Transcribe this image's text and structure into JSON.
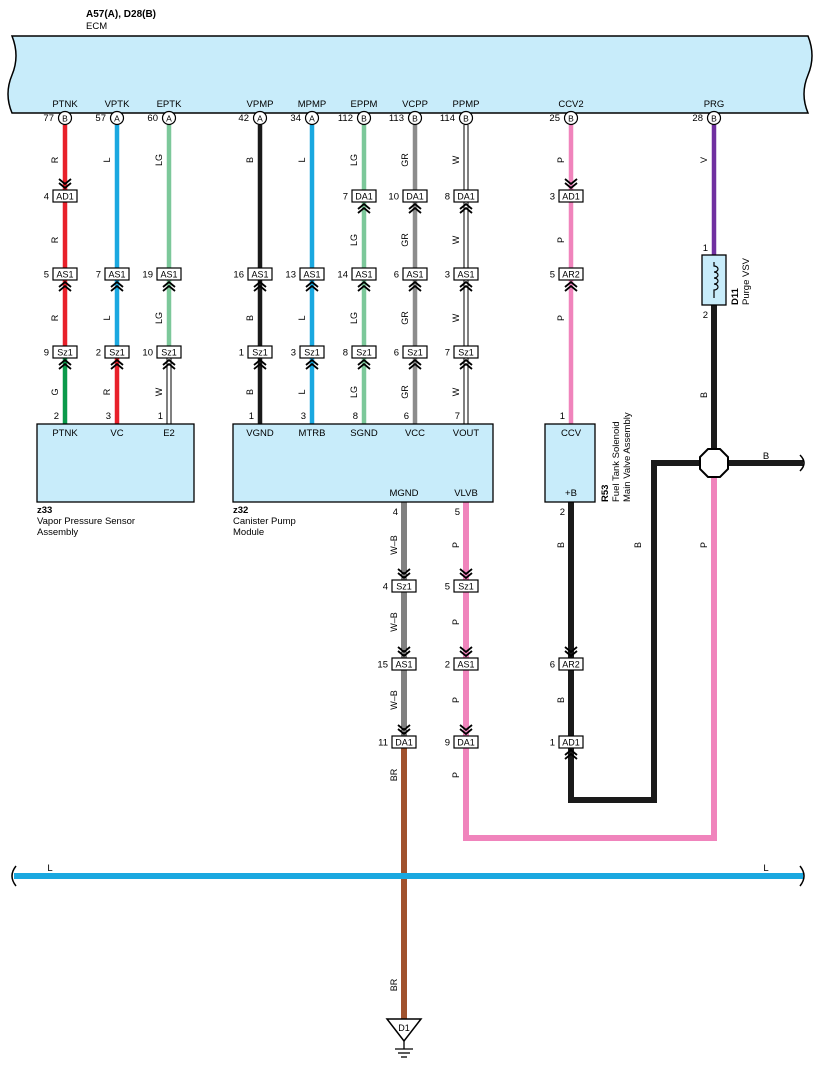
{
  "colors": {
    "R": "#e8202a",
    "L": "#1aa8e0",
    "LG": "#7cc89a",
    "B": "#1a1a1a",
    "GR": "#8c8c8c",
    "W": "#ffffff",
    "P": "#f084bc",
    "V": "#7030a0",
    "G": "#0a9a4a",
    "BR": "#a0522d",
    "ecm_fill": "#c8ecfa",
    "module_fill": "#c8ecfa",
    "line": "#000000"
  },
  "ecm": {
    "title": "A57(A), D28(B)",
    "name": "ECM",
    "pins": [
      {
        "id": "ptnk",
        "label": "PTNK",
        "num": "77",
        "conn": "B"
      },
      {
        "id": "vptk",
        "label": "VPTK",
        "num": "57",
        "conn": "A"
      },
      {
        "id": "eptk",
        "label": "EPTK",
        "num": "60",
        "conn": "A"
      },
      {
        "id": "vpmp",
        "label": "VPMP",
        "num": "42",
        "conn": "A"
      },
      {
        "id": "mpmp",
        "label": "MPMP",
        "num": "34",
        "conn": "A"
      },
      {
        "id": "eppm",
        "label": "EPPM",
        "num": "112",
        "conn": "B"
      },
      {
        "id": "vcpp",
        "label": "VCPP",
        "num": "113",
        "conn": "B"
      },
      {
        "id": "ppmp",
        "label": "PPMP",
        "num": "114",
        "conn": "B"
      },
      {
        "id": "ccv2",
        "label": "CCV2",
        "num": "25",
        "conn": "B"
      },
      {
        "id": "prg",
        "label": "PRG",
        "num": "28",
        "conn": "B"
      }
    ]
  },
  "connectors": [
    {
      "id": "ptnk-c1",
      "name": "AD1",
      "pin": "4",
      "dir": "down"
    },
    {
      "id": "eppm-c1",
      "name": "DA1",
      "pin": "7",
      "dir": "up"
    },
    {
      "id": "vcpp-c1",
      "name": "DA1",
      "pin": "10",
      "dir": "up"
    },
    {
      "id": "ppmp-c1",
      "name": "DA1",
      "pin": "8",
      "dir": "up"
    },
    {
      "id": "ccv2-c1",
      "name": "AD1",
      "pin": "3",
      "dir": "down"
    },
    {
      "id": "ptnk-c2",
      "name": "AS1",
      "pin": "5",
      "dir": "up"
    },
    {
      "id": "vptk-c2",
      "name": "AS1",
      "pin": "7",
      "dir": "up"
    },
    {
      "id": "eptk-c2",
      "name": "AS1",
      "pin": "19",
      "dir": "up"
    },
    {
      "id": "vpmp-c2",
      "name": "AS1",
      "pin": "16",
      "dir": "up"
    },
    {
      "id": "mpmp-c2",
      "name": "AS1",
      "pin": "13",
      "dir": "up"
    },
    {
      "id": "eppm-c2",
      "name": "AS1",
      "pin": "14",
      "dir": "up"
    },
    {
      "id": "vcpp-c2",
      "name": "AS1",
      "pin": "6",
      "dir": "up"
    },
    {
      "id": "ppmp-c2",
      "name": "AS1",
      "pin": "3",
      "dir": "up"
    },
    {
      "id": "ccv2-c2",
      "name": "AR2",
      "pin": "5",
      "dir": "up"
    },
    {
      "id": "ptnk-c3",
      "name": "Sz1",
      "pin": "9",
      "dir": "up"
    },
    {
      "id": "vptk-c3",
      "name": "Sz1",
      "pin": "2",
      "dir": "up"
    },
    {
      "id": "eptk-c3",
      "name": "Sz1",
      "pin": "10",
      "dir": "up"
    },
    {
      "id": "vpmp-c3",
      "name": "Sz1",
      "pin": "1",
      "dir": "up"
    },
    {
      "id": "mpmp-c3",
      "name": "Sz1",
      "pin": "3",
      "dir": "up"
    },
    {
      "id": "eppm-c3",
      "name": "Sz1",
      "pin": "8",
      "dir": "up"
    },
    {
      "id": "vcpp-c3",
      "name": "Sz1",
      "pin": "6",
      "dir": "up"
    },
    {
      "id": "ppmp-c3",
      "name": "Sz1",
      "pin": "7",
      "dir": "up"
    },
    {
      "id": "mgnd-c1",
      "name": "Sz1",
      "pin": "4",
      "dir": "down"
    },
    {
      "id": "vlvb-c1",
      "name": "Sz1",
      "pin": "5",
      "dir": "down"
    },
    {
      "id": "mgnd-c2",
      "name": "AS1",
      "pin": "15",
      "dir": "down"
    },
    {
      "id": "vlvb-c2",
      "name": "AS1",
      "pin": "2",
      "dir": "down"
    },
    {
      "id": "mgnd-c3",
      "name": "DA1",
      "pin": "11",
      "dir": "down"
    },
    {
      "id": "vlvb-c3",
      "name": "DA1",
      "pin": "9",
      "dir": "down"
    },
    {
      "id": "ccvb-c1",
      "name": "AR2",
      "pin": "6",
      "dir": "down"
    },
    {
      "id": "ccvb-c2",
      "name": "AD1",
      "pin": "1",
      "dir": "up"
    }
  ],
  "wire_labels": [
    {
      "id": "w-ptnk-1",
      "text": "R"
    },
    {
      "id": "w-ptnk-2",
      "text": "R"
    },
    {
      "id": "w-ptnk-3",
      "text": "R"
    },
    {
      "id": "w-ptnk-4",
      "text": "G"
    },
    {
      "id": "w-vptk-1",
      "text": "L"
    },
    {
      "id": "w-vptk-2",
      "text": "L"
    },
    {
      "id": "w-vptk-3",
      "text": "R"
    },
    {
      "id": "w-eptk-1",
      "text": "LG"
    },
    {
      "id": "w-eptk-2",
      "text": "LG"
    },
    {
      "id": "w-eptk-3",
      "text": "W"
    },
    {
      "id": "w-vpmp-1",
      "text": "B"
    },
    {
      "id": "w-vpmp-2",
      "text": "B"
    },
    {
      "id": "w-vpmp-3",
      "text": "B"
    },
    {
      "id": "w-mpmp-1",
      "text": "L"
    },
    {
      "id": "w-mpmp-2",
      "text": "L"
    },
    {
      "id": "w-mpmp-3",
      "text": "L"
    },
    {
      "id": "w-eppm-1",
      "text": "LG"
    },
    {
      "id": "w-eppm-2",
      "text": "LG"
    },
    {
      "id": "w-eppm-3",
      "text": "LG"
    },
    {
      "id": "w-eppm-4",
      "text": "LG"
    },
    {
      "id": "w-vcpp-1",
      "text": "GR"
    },
    {
      "id": "w-vcpp-2",
      "text": "GR"
    },
    {
      "id": "w-vcpp-3",
      "text": "GR"
    },
    {
      "id": "w-vcpp-4",
      "text": "GR"
    },
    {
      "id": "w-ppmp-1",
      "text": "W"
    },
    {
      "id": "w-ppmp-2",
      "text": "W"
    },
    {
      "id": "w-ppmp-3",
      "text": "W"
    },
    {
      "id": "w-ppmp-4",
      "text": "W"
    },
    {
      "id": "w-ccv2-1",
      "text": "P"
    },
    {
      "id": "w-ccv2-2",
      "text": "P"
    },
    {
      "id": "w-ccv2-3",
      "text": "P"
    },
    {
      "id": "w-prg-1",
      "text": "V"
    },
    {
      "id": "w-prg-2",
      "text": "B"
    },
    {
      "id": "w-mgnd-1",
      "text": "W–B"
    },
    {
      "id": "w-mgnd-2",
      "text": "W–B"
    },
    {
      "id": "w-mgnd-3",
      "text": "W–B"
    },
    {
      "id": "w-mgnd-4",
      "text": "BR"
    },
    {
      "id": "w-mgnd-5",
      "text": "BR"
    },
    {
      "id": "w-vlvb-1",
      "text": "P"
    },
    {
      "id": "w-vlvb-2",
      "text": "P"
    },
    {
      "id": "w-vlvb-3",
      "text": "P"
    },
    {
      "id": "w-vlvb-4",
      "text": "P"
    },
    {
      "id": "w-ccvb-1",
      "text": "B"
    },
    {
      "id": "w-ccvb-2",
      "text": "B"
    },
    {
      "id": "w-gndrun",
      "text": "B"
    },
    {
      "id": "w-prun",
      "text": "P"
    },
    {
      "id": "w-bright",
      "text": "B"
    },
    {
      "id": "w-bus-left",
      "text": "L"
    },
    {
      "id": "w-bus-right",
      "text": "L"
    }
  ],
  "components": {
    "z33": {
      "code": "z33",
      "name_line1": "Vapor Pressure Sensor",
      "name_line2": "Assembly",
      "pins": [
        {
          "label": "PTNK",
          "num": "2"
        },
        {
          "label": "VC",
          "num": "3"
        },
        {
          "label": "E2",
          "num": "1"
        }
      ]
    },
    "z32": {
      "code": "z32",
      "name_line1": "Canister Pump",
      "name_line2": "Module",
      "pins": [
        {
          "label": "VGND",
          "num": "1"
        },
        {
          "label": "MTRB",
          "num": "3"
        },
        {
          "label": "SGND",
          "num": "8"
        },
        {
          "label": "VCC",
          "num": "6"
        },
        {
          "label": "VOUT",
          "num": "7"
        },
        {
          "label": "MGND",
          "num": "4"
        },
        {
          "label": "VLVB",
          "num": "5"
        }
      ]
    },
    "r53": {
      "code": "R53",
      "name_line1": "Fuel Tank Solenoid",
      "name_line2": "Main Valve Assembly",
      "pins": [
        {
          "label": "CCV",
          "num": "1"
        },
        {
          "label": "+B",
          "num": "2"
        }
      ]
    },
    "d11": {
      "code": "D11",
      "name": "Purge VSV",
      "pins": [
        {
          "num": "1"
        },
        {
          "num": "2"
        }
      ]
    }
  },
  "ground": {
    "label": "D1"
  }
}
